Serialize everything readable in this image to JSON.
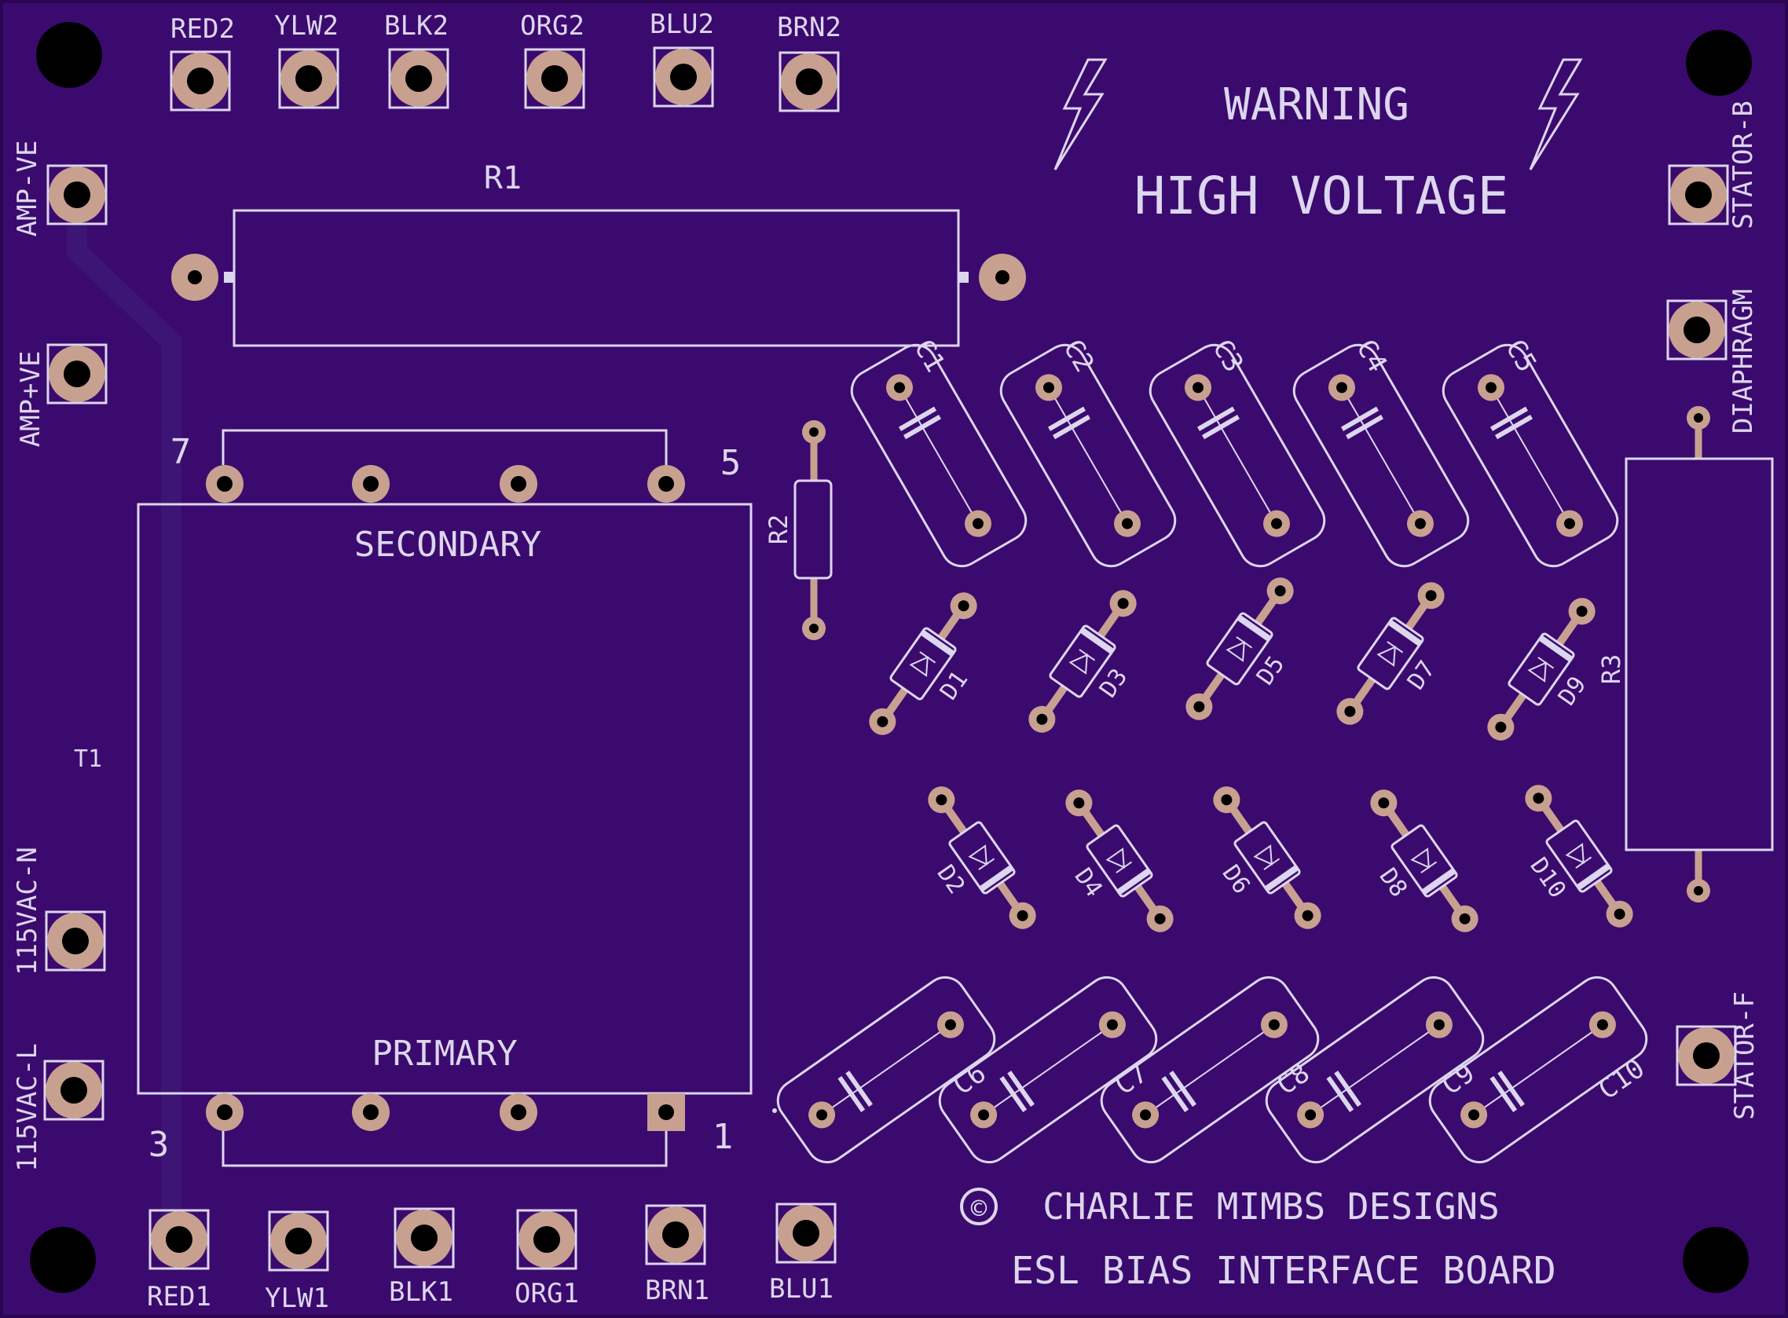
{
  "board": {
    "colors": {
      "substrate": "#3b0a6e",
      "silkscreen": "#dcd6ee",
      "copper_pad": "#c8a090",
      "drill": "#000000"
    },
    "warning": {
      "line1": "WARNING",
      "line2": "HIGH VOLTAGE",
      "icon": "lightning-bolt-icon"
    },
    "credit": {
      "copyright_symbol": "©",
      "company": "CHARLIE MIMBS DESIGNS",
      "product": "ESL BIAS INTERFACE BOARD"
    },
    "top_connectors": [
      "RED2",
      "YLW2",
      "BLK2",
      "ORG2",
      "BLU2",
      "BRN2"
    ],
    "bottom_connectors": [
      "RED1",
      "YLW1",
      "BLK1",
      "ORG1",
      "BRN1",
      "BLU1"
    ],
    "left_connectors": [
      "AMP-VE",
      "AMP+VE",
      "115VAC-N",
      "115VAC-L"
    ],
    "right_connectors": [
      "STATOR-B",
      "DIAPHRAGM",
      "STATOR-F"
    ],
    "transformer": {
      "ref": "T1",
      "secondary": "SECONDARY",
      "primary": "PRIMARY",
      "pins": [
        "7",
        "5",
        "3",
        "1"
      ]
    },
    "resistors": [
      "R1",
      "R2",
      "R3"
    ],
    "capacitors_top": [
      "C1",
      "C2",
      "C3",
      "C4",
      "C5"
    ],
    "capacitors_bottom": [
      "C6",
      "C7",
      "C8",
      "C9",
      "C10"
    ],
    "diodes_top": [
      "D1",
      "D3",
      "D5",
      "D7",
      "D9"
    ],
    "diodes_bottom": [
      "D2",
      "D4",
      "D6",
      "D8",
      "D10"
    ]
  }
}
